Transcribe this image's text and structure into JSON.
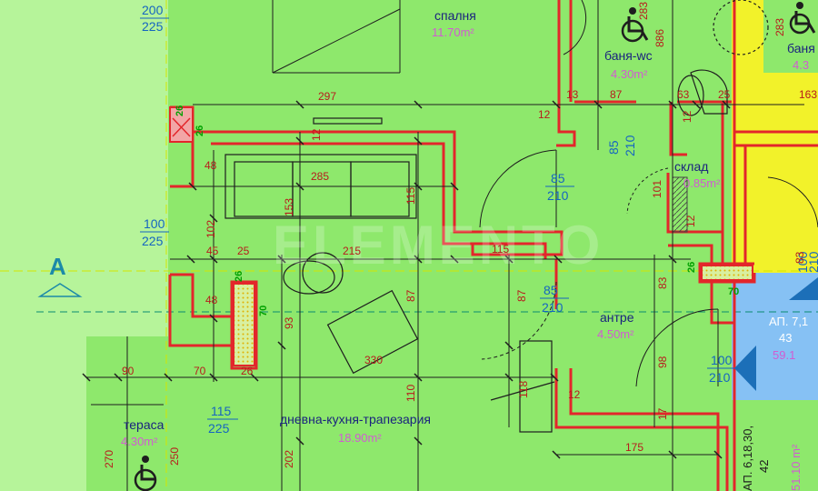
{
  "colors": {
    "background": "#ffffff",
    "floor": "#8ee86c",
    "floor_light": "#b6f49a",
    "stair": "#f2f22a",
    "common": "#86c1f4",
    "wall": "#e3262b",
    "dimension": "#1e1e1e",
    "room_name": "#1a237e",
    "room_area": "#d15cd1",
    "door_label": "#1565c0",
    "axis": "#0a8c70"
  },
  "axis_marker": "A",
  "rooms": {
    "bedroom": {
      "name": "спалня",
      "area": "11.70m²"
    },
    "bathroom": {
      "name": "баня-wc",
      "area": "4.30m²"
    },
    "bathroom_right": {
      "name": "баня",
      "area": "4.3"
    },
    "storage": {
      "name": "склад",
      "area": "0.85m²"
    },
    "hall": {
      "name": "антре",
      "area": "4.50m²"
    },
    "living": {
      "name": "дневна-кухня-трапезария",
      "area": "18.90m²"
    },
    "terrace": {
      "name": "тераса",
      "area": "4.30m²"
    }
  },
  "apartments": {
    "upper": {
      "label": "АП. 7,1",
      "sub": "43",
      "area": "59.1"
    },
    "lower": {
      "label": "АП. 6,18,30,",
      "sub": "42",
      "area": "51.10 m²"
    }
  },
  "openings": [
    {
      "id": "win-top-left",
      "top": "200",
      "bottom": "225"
    },
    {
      "id": "win-left",
      "top": "100",
      "bottom": "225"
    },
    {
      "id": "door-bedroom",
      "top": "85",
      "bottom": "210"
    },
    {
      "id": "door-bath",
      "top": "85",
      "bottom": "210"
    },
    {
      "id": "door-living",
      "top": "85",
      "bottom": "210"
    },
    {
      "id": "door-entry",
      "top": "100",
      "bottom": "210"
    },
    {
      "id": "door-right",
      "top": "100",
      "bottom": "210"
    },
    {
      "id": "win-terrace",
      "top": "115",
      "bottom": "225"
    }
  ],
  "dimensions": {
    "d297": "297",
    "d13": "13",
    "d87a": "87",
    "d63": "63",
    "d25a": "25",
    "d163": "163",
    "d283a": "283",
    "d283b": "283",
    "d12a": "12",
    "d12b": "12",
    "d12c": "12",
    "d12d": "12",
    "d12e": "12",
    "d48a": "48",
    "d285": "285",
    "d153": "153",
    "d115a": "115",
    "d115b": "115",
    "d102": "102",
    "d45": "45",
    "d25b": "25",
    "d215": "215",
    "d48b": "48",
    "d93": "93",
    "d87b": "87",
    "d87c": "87",
    "d330": "330",
    "d110": "110",
    "d118": "118",
    "d83": "83",
    "d98": "98",
    "d17": "17",
    "d175": "175",
    "d90": "90",
    "d70": "70",
    "d26": "26",
    "d202": "202",
    "d270": "270",
    "d250": "250",
    "d101": "101",
    "d886": "886",
    "d83b": "83"
  },
  "green_marks": {
    "g26a": "26",
    "g26b": "26",
    "g26c": "26",
    "g70a": "70",
    "g70b": "70",
    "g26d": "26"
  },
  "watermark": "ELEMENTO"
}
